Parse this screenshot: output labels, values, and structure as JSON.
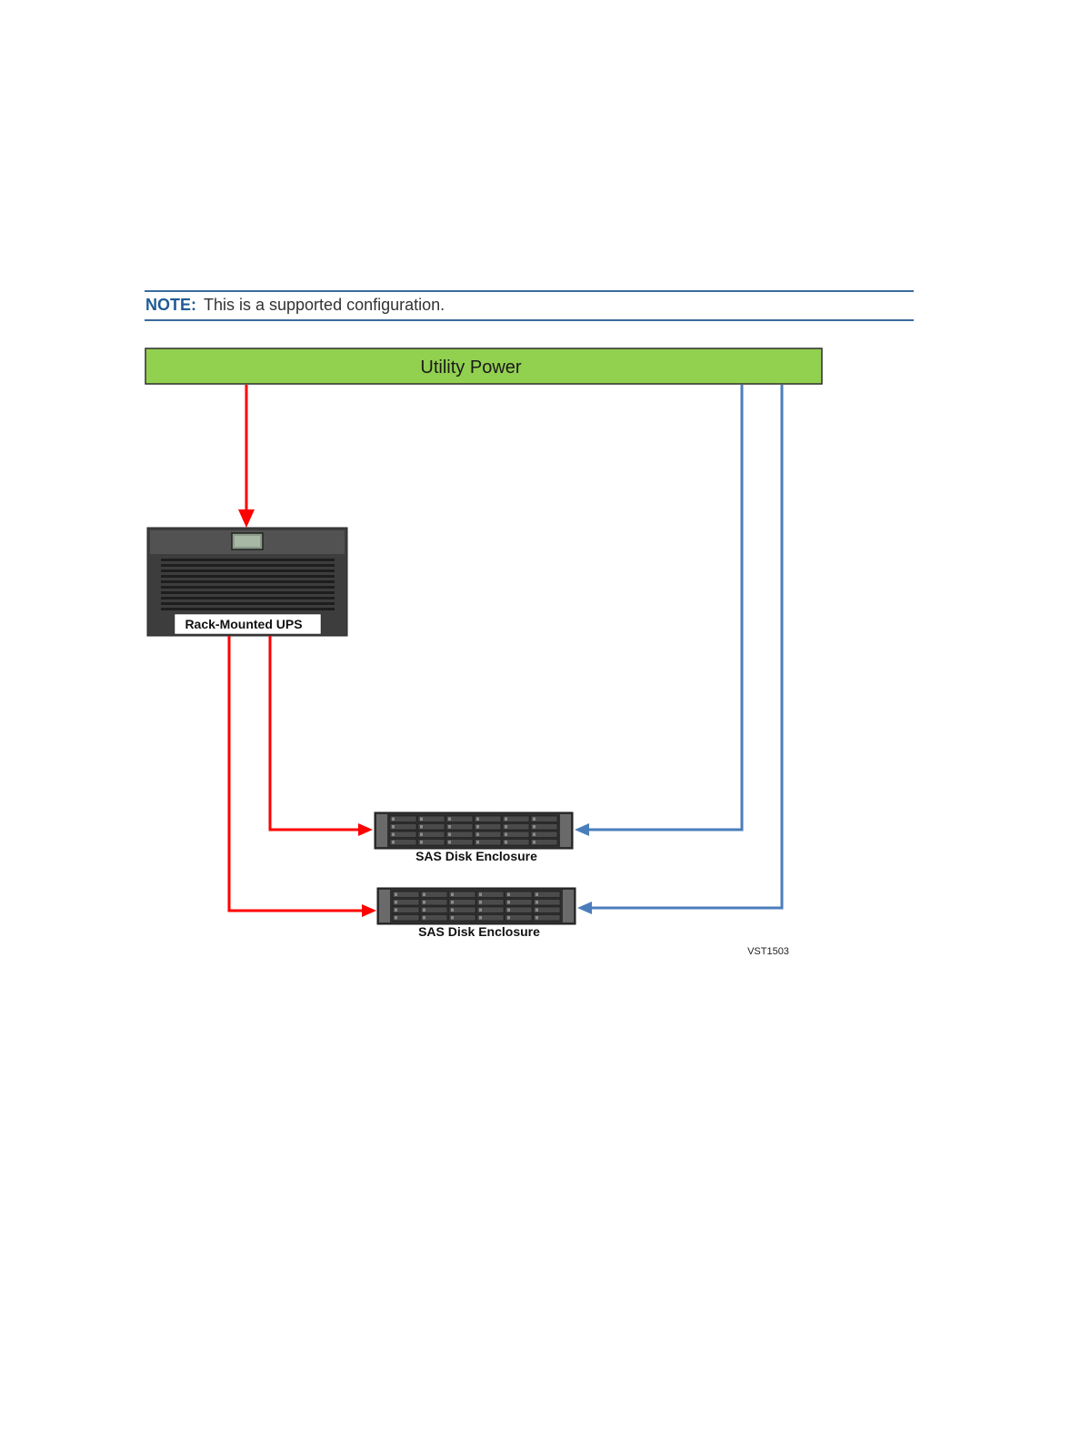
{
  "note": {
    "label": "NOTE:",
    "text": "This is a supported configuration."
  },
  "diagram": {
    "utility_power_label": "Utility Power",
    "ups_label": "Rack-Mounted UPS",
    "enclosures": [
      {
        "label": "SAS Disk Enclosure"
      },
      {
        "label": "SAS Disk Enclosure"
      }
    ],
    "figure_id": "VST1503"
  },
  "colors": {
    "accent": "#1f5b95",
    "rule": "#3a6b9e",
    "utility_power_fill": "#92d050",
    "ups_power_line": "#ff0000",
    "utility_direct_line": "#4a7ebb",
    "device_body": "#3d3d3d"
  }
}
